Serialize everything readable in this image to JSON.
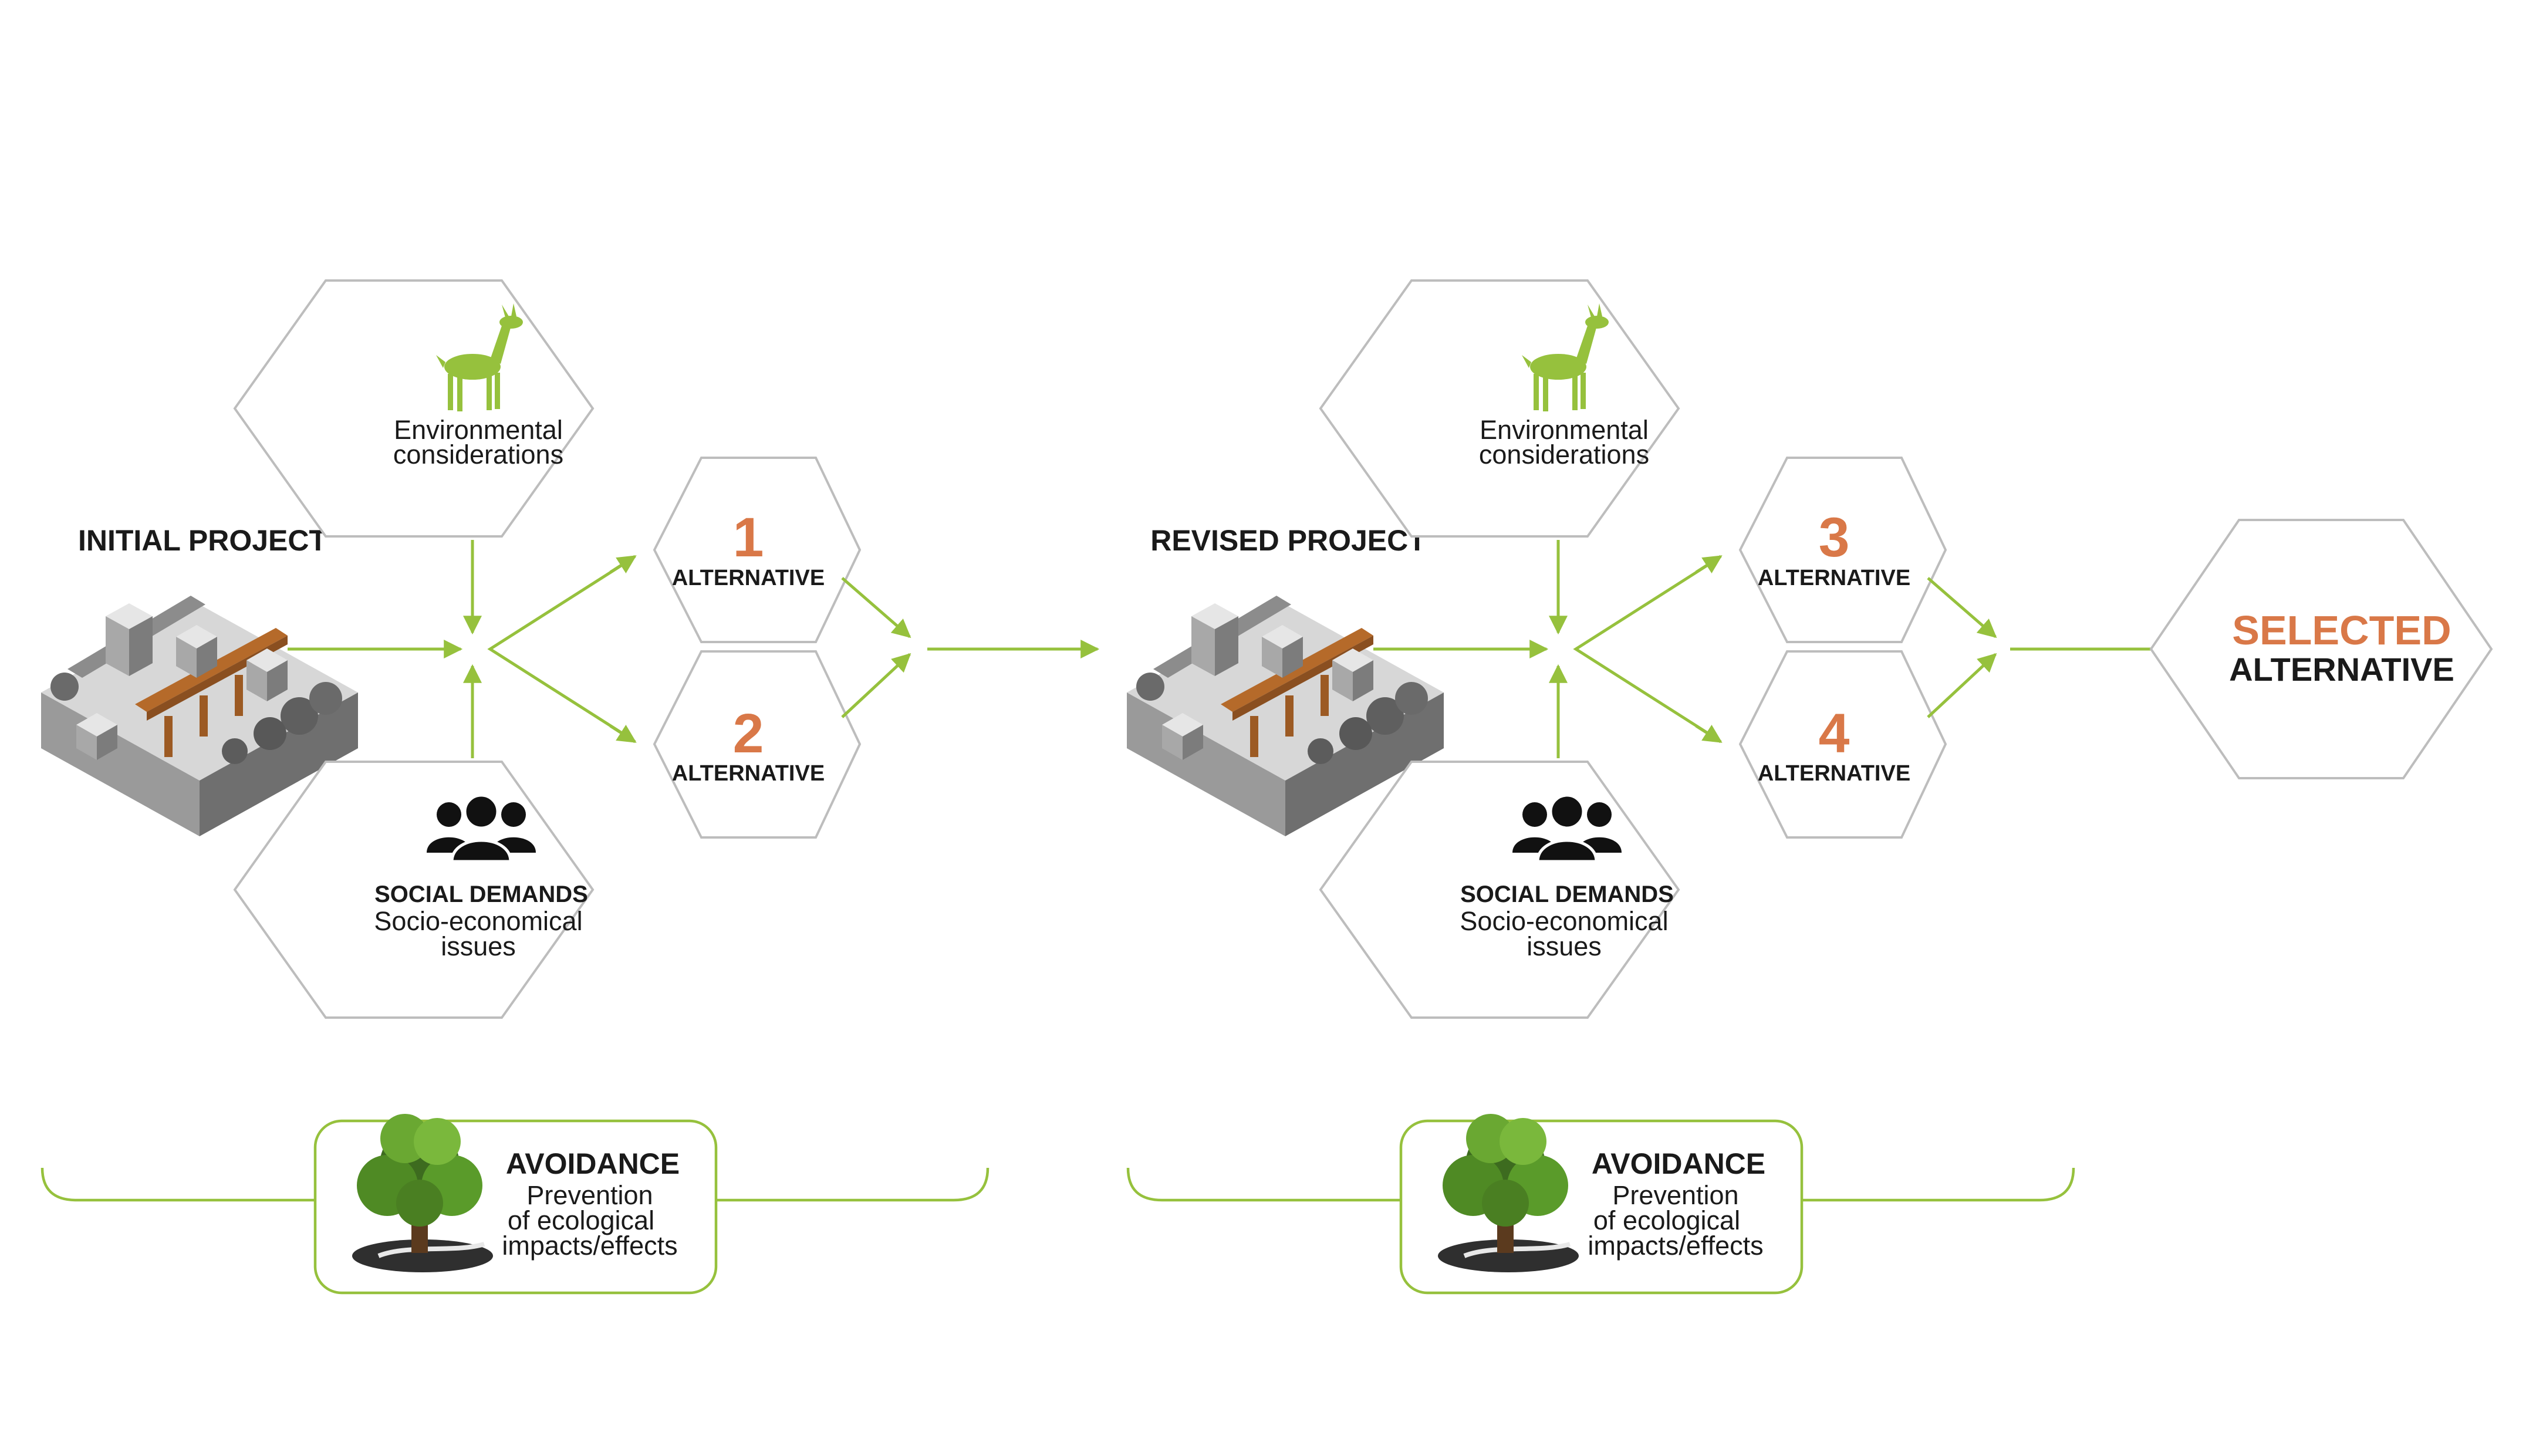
{
  "colors": {
    "accent": "#96c13d",
    "number": "#d97848",
    "hex_stroke": "#bdbdbd",
    "text": "#1a1a1a"
  },
  "left": {
    "project_title": "INITIAL PROJECT",
    "environment": {
      "line1": "Environmental",
      "line2": "considerations",
      "icon": "deer-icon"
    },
    "social": {
      "title": "SOCIAL DEMANDS",
      "line1": "Socio-economical",
      "line2": "issues",
      "icon": "people-group-icon"
    },
    "alt_a": {
      "number": "1",
      "label": "ALTERNATIVE"
    },
    "alt_b": {
      "number": "2",
      "label": "ALTERNATIVE"
    },
    "avoidance": {
      "title": "AVOIDANCE",
      "line1": "Prevention",
      "line2": "of ecological",
      "line3": "impacts/effects",
      "icon": "tree-icon"
    }
  },
  "right": {
    "project_title": "REVISED PROJECT",
    "environment": {
      "line1": "Environmental",
      "line2": "considerations",
      "icon": "deer-icon"
    },
    "social": {
      "title": "SOCIAL DEMANDS",
      "line1": "Socio-economical",
      "line2": "issues",
      "icon": "people-group-icon"
    },
    "alt_a": {
      "number": "3",
      "label": "ALTERNATIVE"
    },
    "alt_b": {
      "number": "4",
      "label": "ALTERNATIVE"
    },
    "avoidance": {
      "title": "AVOIDANCE",
      "line1": "Prevention",
      "line2": "of ecological",
      "line3": "impacts/effects",
      "icon": "tree-icon"
    }
  },
  "selected": {
    "line1": "SELECTED",
    "line2": "ALTERNATIVE"
  }
}
